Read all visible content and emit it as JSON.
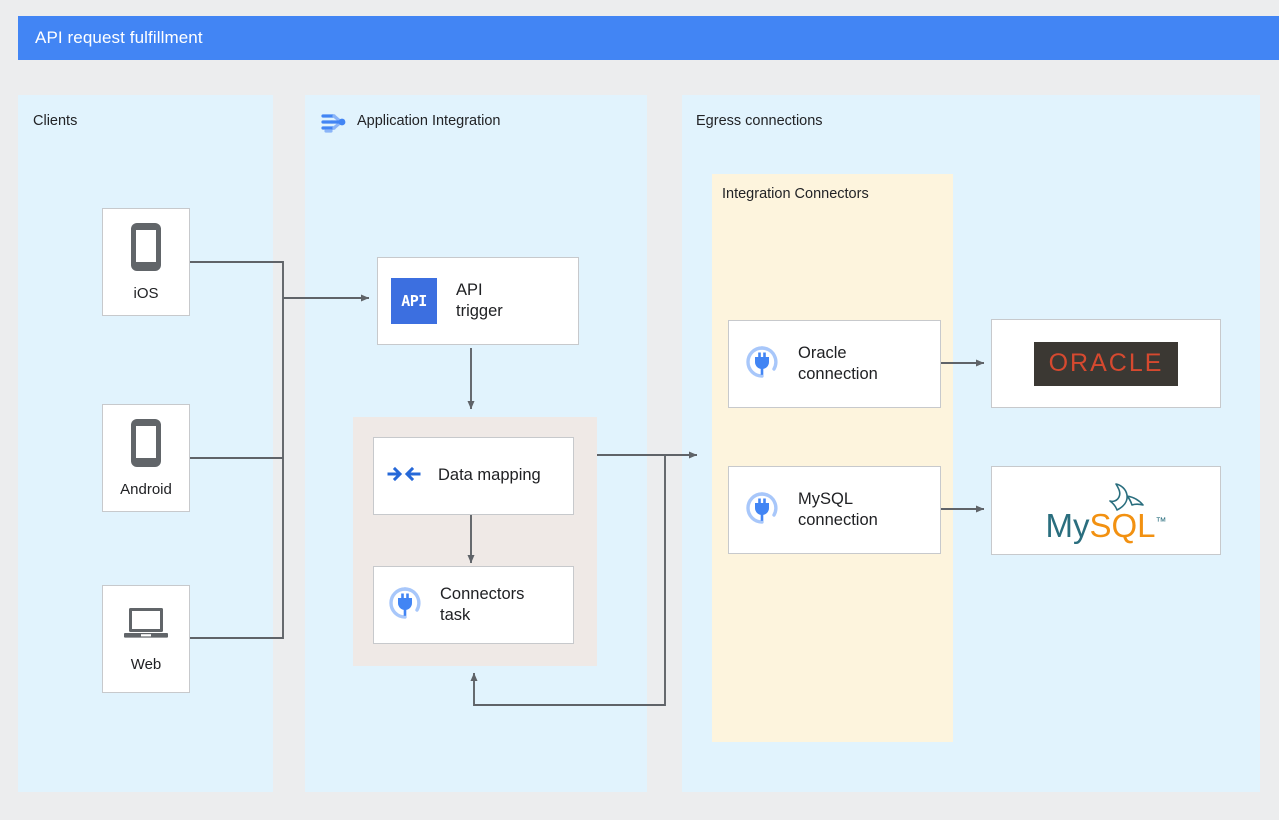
{
  "title": {
    "text": "API request fulfillment",
    "bar_color": "#4285F4"
  },
  "page": {
    "background": "#ECEDEE",
    "line_color": "#5F6368"
  },
  "panels": [
    {
      "id": "clients",
      "label": "Clients",
      "color": "#E1F3FD",
      "has_icon": false
    },
    {
      "id": "application-integration",
      "label": "Application Integration",
      "color": "#E1F3FD",
      "has_icon": true,
      "icon": "application-integration-icon"
    },
    {
      "id": "egress",
      "label": "Egress connections",
      "color": "#E1F3FD",
      "has_icon": false
    }
  ],
  "clients": [
    {
      "label": "iOS",
      "icon": "mobile-phone-icon"
    },
    {
      "label": "Android",
      "icon": "mobile-phone-icon"
    },
    {
      "label": "Web",
      "icon": "laptop-icon"
    }
  ],
  "integration": {
    "trigger": {
      "label": "API\ntrigger",
      "icon": "api-badge-icon",
      "badge_text": "API",
      "badge_color": "#3C6FE0"
    },
    "task_group": {
      "color": "#EFE9E6",
      "tasks": [
        {
          "label": "Data mapping",
          "icon": "data-mapping-icon"
        },
        {
          "label": "Connectors\ntask",
          "icon": "connector-plug-icon"
        }
      ]
    }
  },
  "egress": {
    "connectors_group": {
      "label": "Integration Connectors",
      "color": "#FDF4DD",
      "connections": [
        {
          "label": "Oracle\nconnection",
          "icon": "connector-plug-icon"
        },
        {
          "label": "MySQL\nconnection",
          "icon": "connector-plug-icon"
        }
      ]
    },
    "datastores": [
      {
        "name": "oracle-logo",
        "text": "ORACLE",
        "text_color": "#D6492F",
        "background": "#3B3833"
      },
      {
        "name": "mysql-logo",
        "text_primary": "My",
        "text_secondary": "SQL",
        "trademark": "™",
        "primary_color": "#2A6E7E",
        "secondary_color": "#F29111"
      }
    ]
  }
}
